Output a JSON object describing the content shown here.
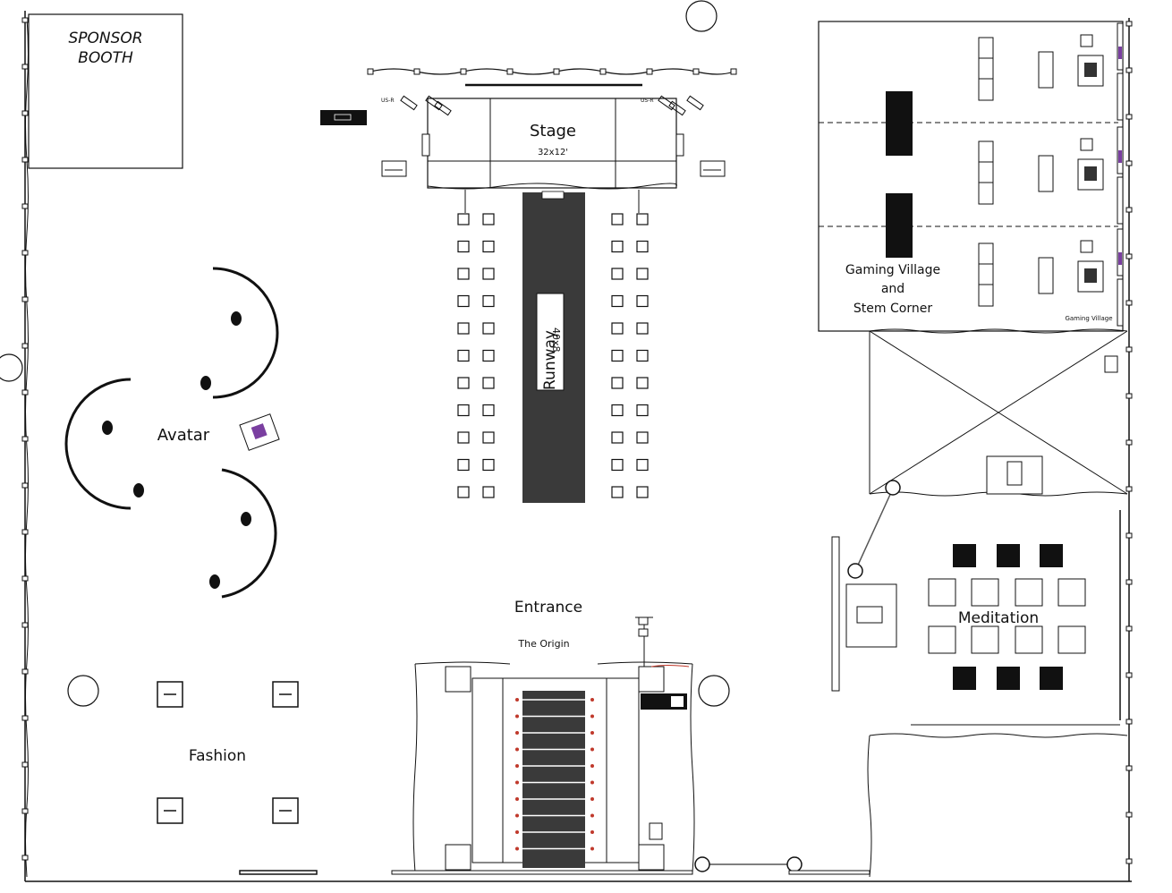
{
  "labels": {
    "sponsor_line1": "SPONSOR",
    "sponsor_line2": "BOOTH",
    "stage_title": "Stage",
    "stage_size": "32x12'",
    "runway_title": "Runway",
    "runway_size": "40x8",
    "gaming_line1": "Gaming Village",
    "gaming_line2": "and",
    "gaming_line3": "Stem Corner",
    "gaming_small": "Gaming Village",
    "avatar": "Avatar",
    "entrance": "Entrance",
    "origin": "The Origin",
    "meditation": "Meditation",
    "fashion": "Fashion",
    "us_left": "US-R",
    "us_right": "US-R"
  },
  "colors": {
    "line": "#111111",
    "runway": "#3a3a3a",
    "dark_block": "#111111",
    "accent": "#7a3fa0"
  }
}
